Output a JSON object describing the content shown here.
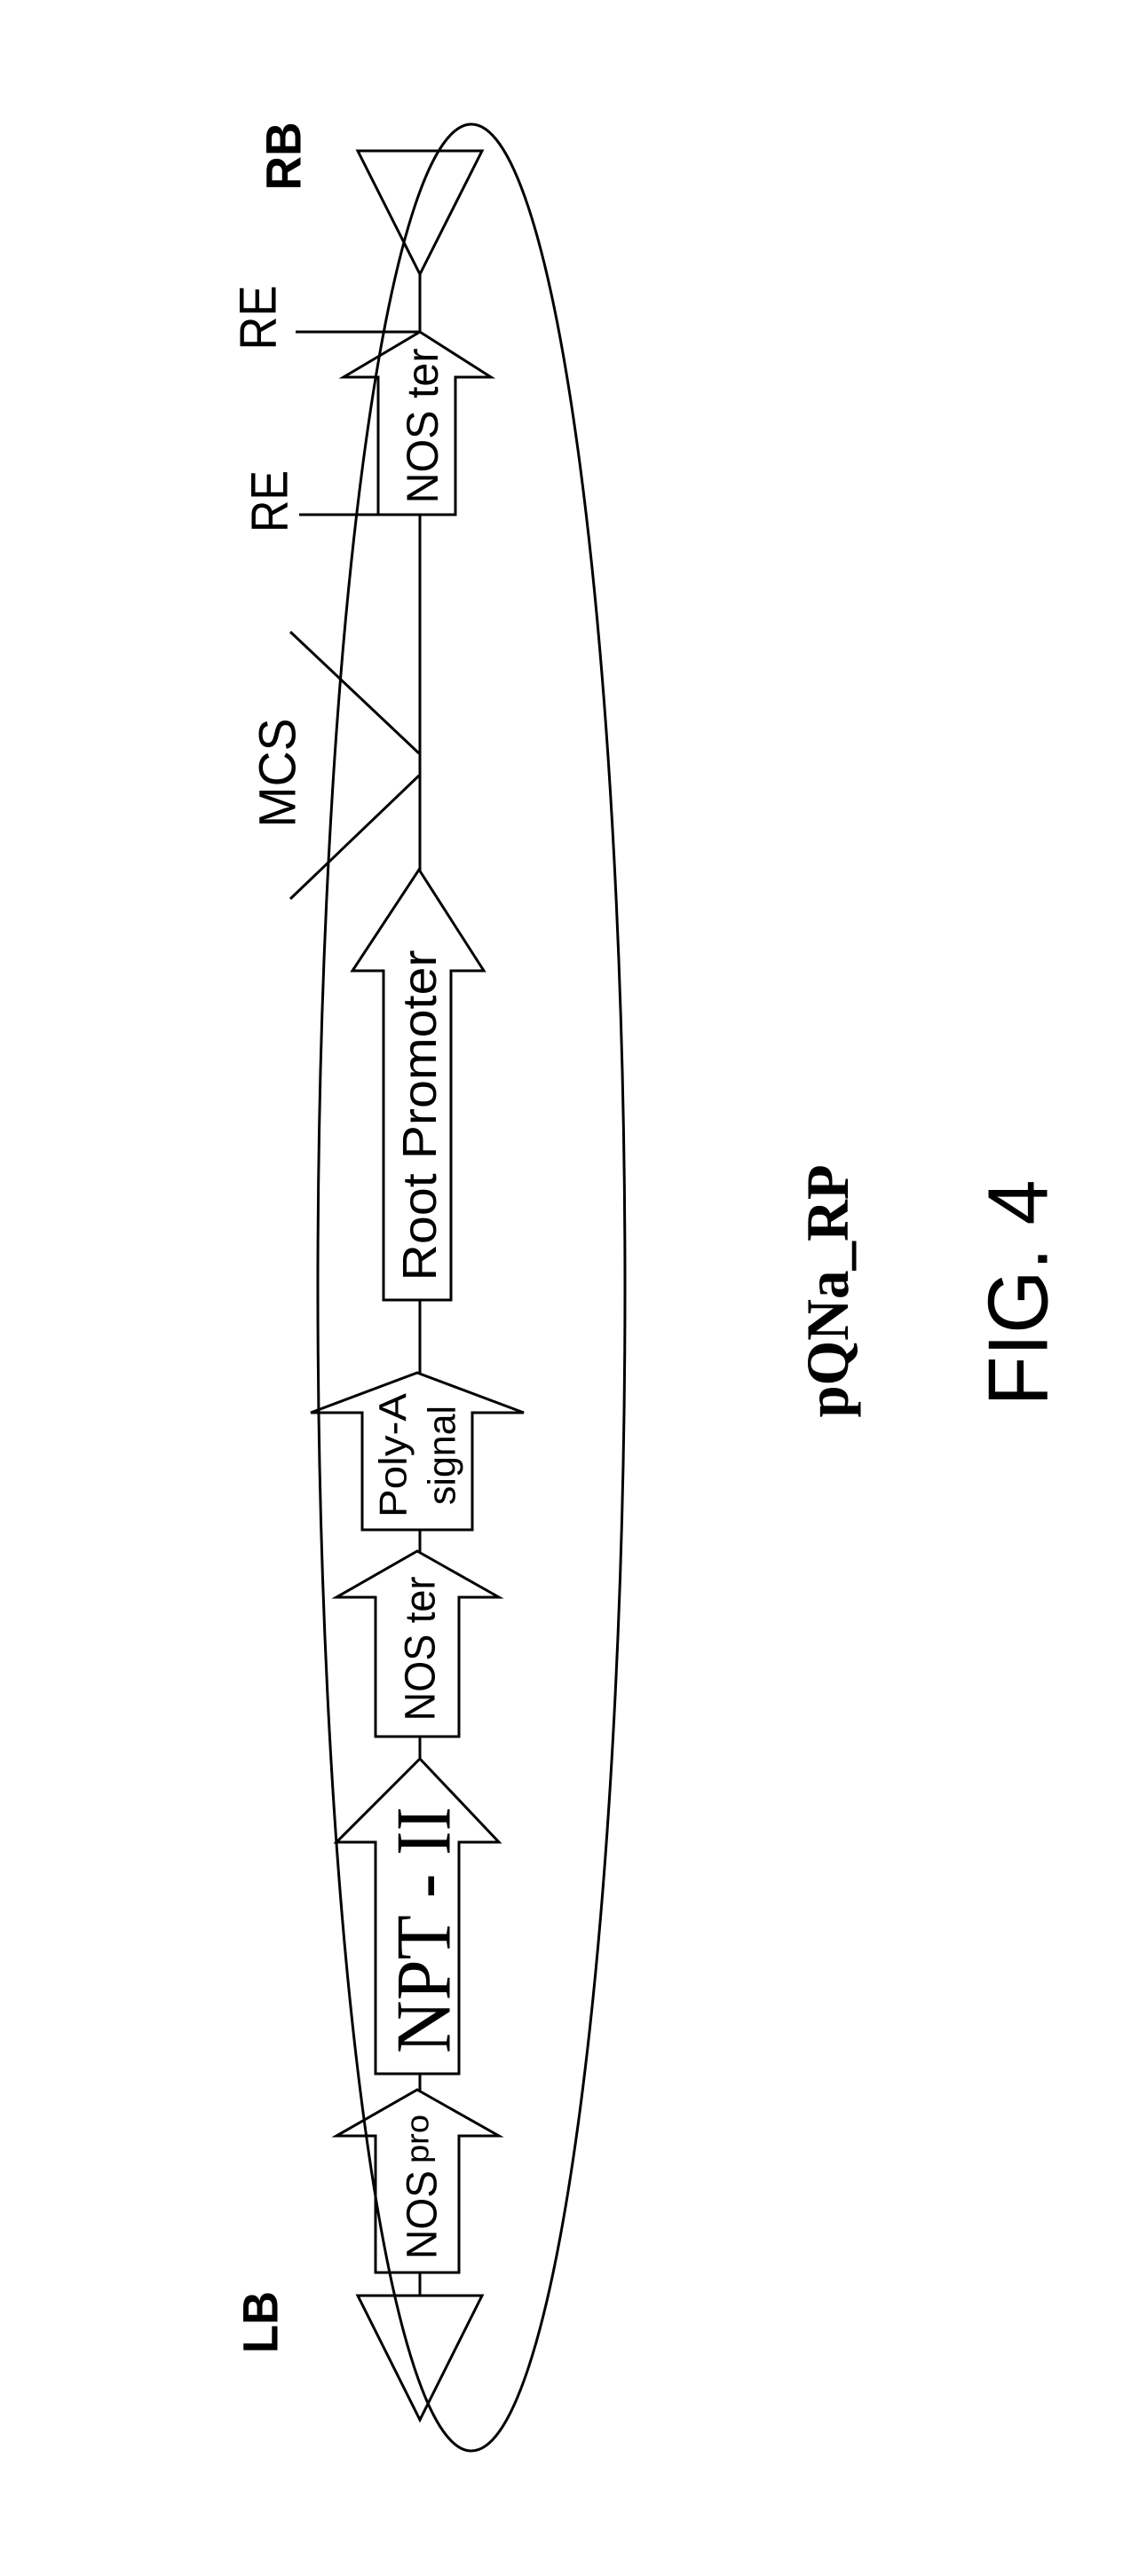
{
  "figure": {
    "plasmid_name": "pQNa_RP",
    "caption": "FIG. 4"
  },
  "borders": {
    "right": "RB",
    "left": "LB"
  },
  "sites": {
    "re_top": "RE",
    "re_bottom": "RE",
    "mcs": "MCS"
  },
  "elements": [
    {
      "label": "NOS ter"
    },
    {
      "label": "Root Promoter"
    },
    {
      "label_line1": "Poly-A",
      "label_line2": "signal"
    },
    {
      "label": "NOS ter"
    },
    {
      "label": "NPT - II"
    },
    {
      "label_main": "NOS",
      "label_sub": "pro"
    }
  ],
  "colors": {
    "line": "#000000",
    "background": "#ffffff"
  }
}
